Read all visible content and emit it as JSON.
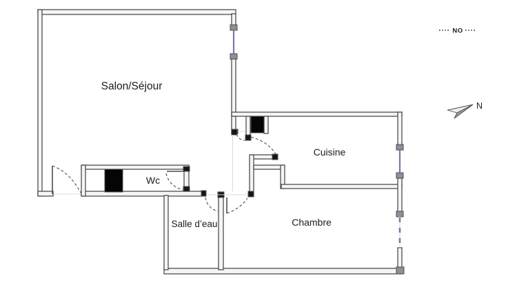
{
  "plan": {
    "type": "apartment-floor-plan",
    "rooms": [
      {
        "id": "salon",
        "label": "Salon/Séjour"
      },
      {
        "id": "cuisine",
        "label": "Cuisine"
      },
      {
        "id": "wc",
        "label": "Wc"
      },
      {
        "id": "salle_deau",
        "label": "Salle d’eau"
      },
      {
        "id": "chambre",
        "label": "Chambre"
      }
    ],
    "compass": {
      "north_label": "N"
    },
    "orientation_marker": {
      "label": "NO"
    }
  },
  "colors": {
    "background": "#ffffff",
    "wall_stroke": "#4d4d4d",
    "wall_fill": "#f5f5f5",
    "sill_fill": "#8e9094",
    "post_fill": "#161616",
    "shaft_fill": "#050505",
    "window_color": "#7678ad",
    "door_color": "#4d4d4d",
    "separator_color": "#d8d8d8",
    "text_color": "#1c1c1c",
    "compass_light": "#ededed",
    "compass_dark": "#9a9a9a"
  }
}
